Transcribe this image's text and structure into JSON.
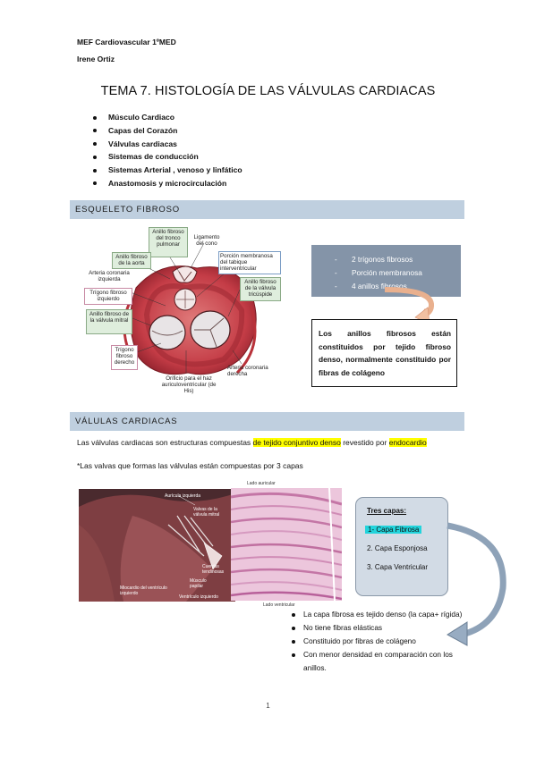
{
  "header": {
    "line1": "MEF Cardiovascular   1ºMED",
    "line2": "Irene Ortiz"
  },
  "title": "TEMA 7. HISTOLOGÍA DE LAS VÁLVULAS CARDIACAS",
  "topics": [
    "Músculo Cardiaco",
    "Capas del Corazón",
    "Válvulas cardiacas",
    "Sistemas de conducción",
    "Sistemas Arterial , venoso y linfático",
    "Anastomosis y microcirculación"
  ],
  "section1": {
    "heading": "ESQUELETO FIBROSO",
    "figure_labels": {
      "anillo_tronco": "Anillo fibroso del tronco pulmonar",
      "ligamento_cono": "Ligamento del cono",
      "porcion_membranosa": "Porción membranosa del tabique interventricular",
      "anillo_aorta": "Anillo fibroso de la aorta",
      "arteria_izq": "Arteria coronaria izquierda",
      "trigono_izq": "Trígono fibroso izquierdo",
      "anillo_tricuspide": "Anillo fibroso de la válvula tricúspide",
      "anillo_mitral": "Anillo fibroso de la válvula mitral",
      "trigono_der": "Trígono fibroso derecho",
      "arteria_der": "Arteria coronaria derecha",
      "orificio": "Orificio para el haz auriculoventricular (de His)"
    },
    "grey_box": [
      "2 trígonos fibrosos",
      "Porción membranosa",
      "4 anillos fibrosos"
    ],
    "anillos_text": "Los anillos fibrosos están constituidos por tejido fibroso denso, normalmente constituido por fibras de colágeno"
  },
  "section2": {
    "heading": "VÁLULAS CARDIACAS",
    "para1_pre": "Las válvulas cardiacas son estructuras compuestas ",
    "para1_hl1": "de tejido conjuntivo denso",
    "para1_mid": " revestido por ",
    "para1_hl2": "endocardio",
    "para2": "*Las valvas que formas las válvulas están compuestas por 3 capas",
    "heart_labels": {
      "auricula": "Aurícula izquierda",
      "valvas": "Valvas de la válvula mitral",
      "cuerdas": "Cuerdas tendinosas",
      "musculo": "Músculo papilar",
      "miocardio": "Miocardio del ventrículo izquierdo",
      "ventriculo": "Ventrículo izquierdo"
    },
    "histo_labels": {
      "top": "Lado auricular",
      "bottom": "Lado ventricular"
    },
    "tres_capas": {
      "title": "Tres capas:",
      "items": [
        "1- Capa Fibrosa",
        "2. Capa Esponjosa",
        "3. Capa Ventricular"
      ]
    },
    "fibrosa_points": [
      "La capa fibrosa es tejido denso (la capa+ rígida)",
      "No tiene fibras elásticas",
      "Constituido por fibras de colágeno",
      "Con menor densidad en comparación con los anillos."
    ]
  },
  "page_number": "1",
  "colors": {
    "section_band": "#bfcfdf",
    "grey_box": "#8494a8",
    "highlight": "#ffff00",
    "cyan_highlight": "#22d4dc"
  }
}
